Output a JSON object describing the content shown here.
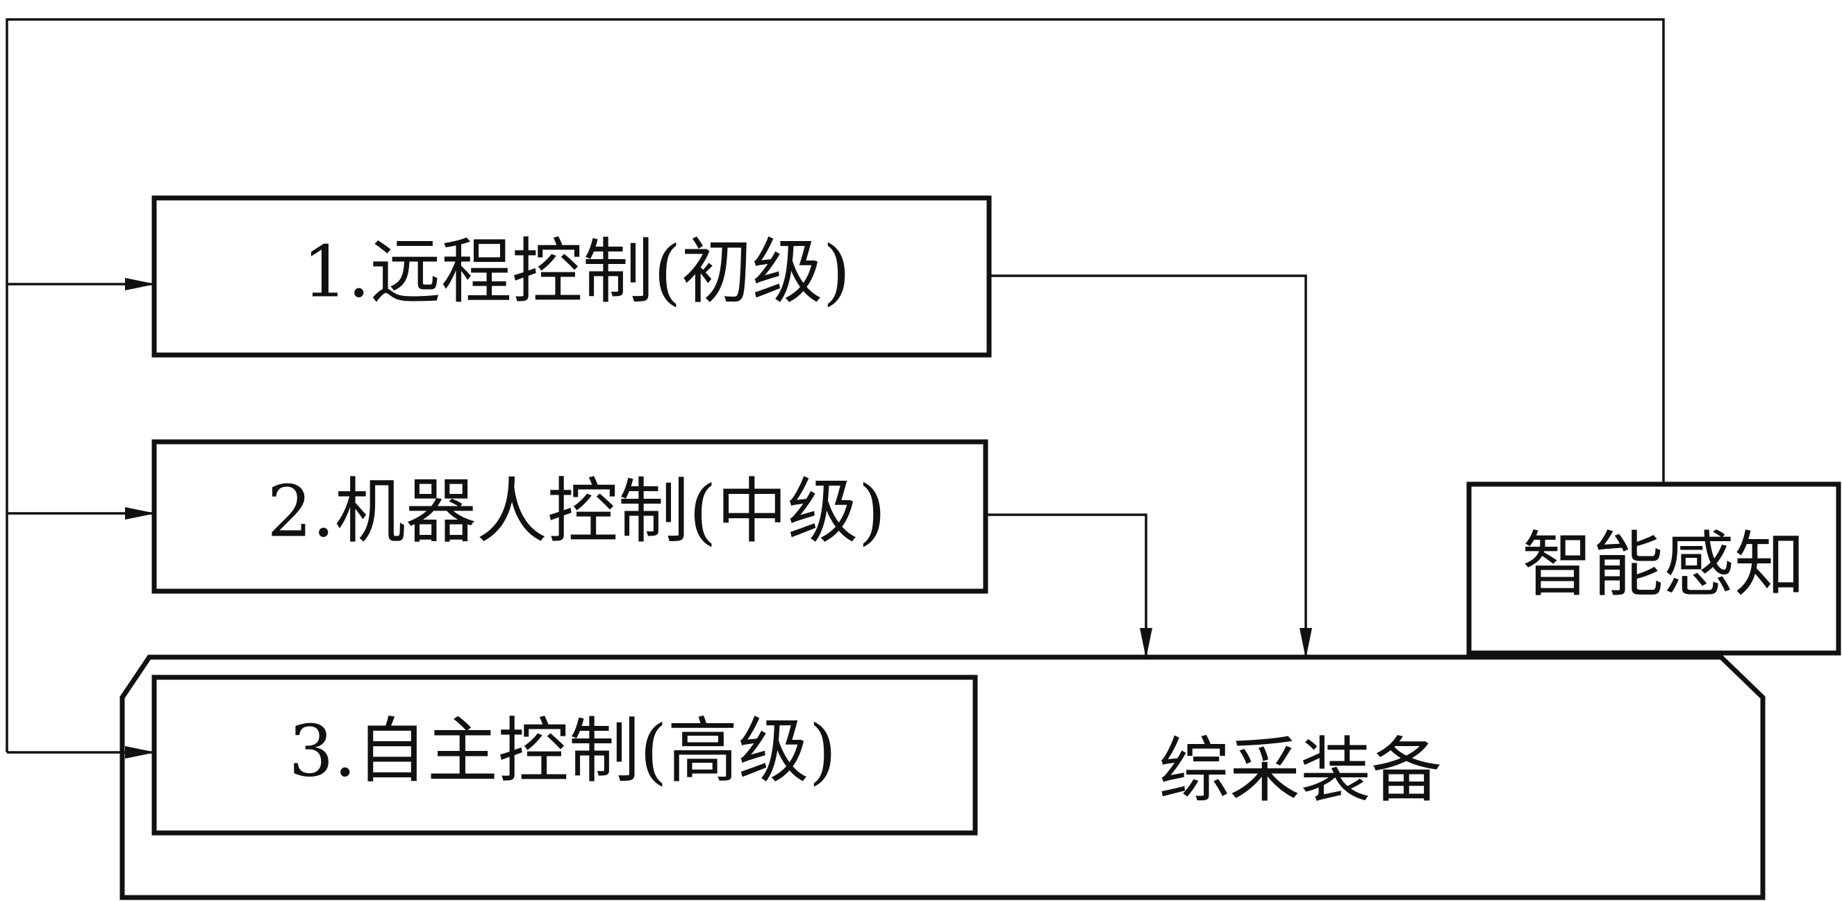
{
  "diagram": {
    "boxes": {
      "remote_control": "1.远程控制(初级)",
      "robot_control": "2.机器人控制(中级)",
      "autonomous_control": "3.自主控制(高级)",
      "intelligent_perception": "智能感知",
      "mining_equipment": "综采装备"
    },
    "colors": {
      "stroke": "#111111",
      "background": "#ffffff"
    }
  }
}
